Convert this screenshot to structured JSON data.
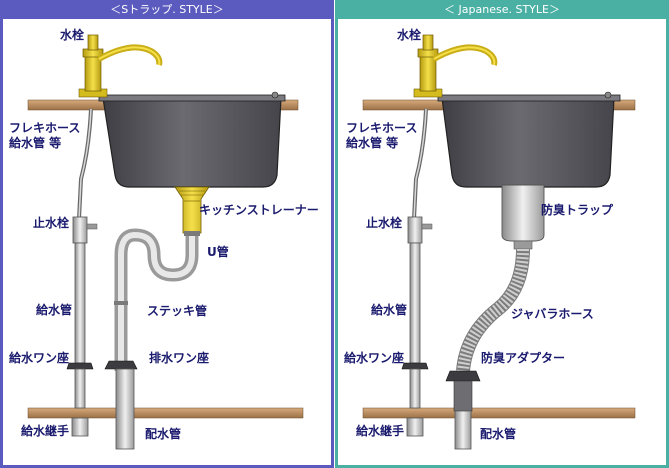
{
  "left": {
    "header": "＜Sトラップ. STYLE＞",
    "labels": {
      "faucet": "水栓",
      "flex_hose_1": "フレキホース",
      "flex_hose_2": "給水管 等",
      "stop_valve": "止水栓",
      "strainer": "キッチンストレーナー",
      "u_pipe": "U管",
      "supply_pipe": "給水管",
      "stick_pipe": "ステッキ管",
      "supply_washer": "給水ワン座",
      "drain_washer": "排水ワン座",
      "supply_joint": "給水継手",
      "drain_pipe": "配水管"
    }
  },
  "right": {
    "header": "＜ Japanese. STYLE＞",
    "labels": {
      "faucet": "水栓",
      "flex_hose_1": "フレキホース",
      "flex_hose_2": "給水管 等",
      "stop_valve": "止水栓",
      "trap": "防臭トラップ",
      "bellows_hose": "ジャバラホース",
      "supply_pipe": "給水管",
      "adapter": "防臭アダプター",
      "supply_washer": "給水ワン座",
      "supply_joint": "給水継手",
      "drain_pipe": "配水管"
    }
  },
  "colors": {
    "left_frame": "#5b5bbf",
    "right_frame": "#4bb0a4",
    "label_text": "#1a1a6e",
    "counter": "#b98a5e",
    "sink": "#55555a",
    "faucet": "#e5cc2a"
  }
}
